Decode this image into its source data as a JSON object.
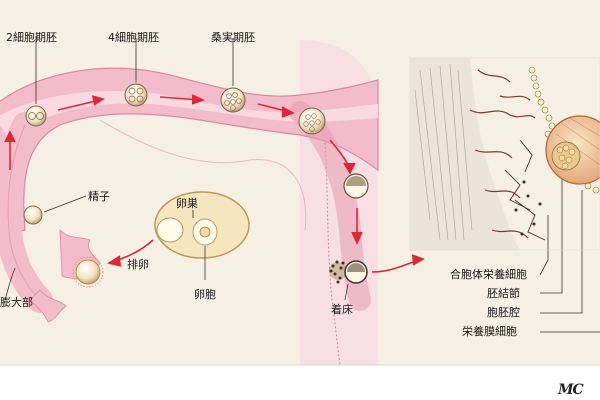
{
  "labels": {
    "stage_2cell": "2細胞期胚",
    "stage_4cell": "4細胞期胚",
    "stage_morula": "桑実期胚",
    "sperm": "精子",
    "ovary": "卵巣",
    "ovulation": "排卵",
    "follicle": "卵胞",
    "ampulla": "膨大部",
    "implantation": "着床",
    "syncytiotrophoblast": "合胞体栄養細胞",
    "embryonic_node": "胚結節",
    "blastocoel": "胞胚腔",
    "cytotrophoblast": "栄養膜細胞"
  },
  "logo": "MC",
  "colors": {
    "background": "#f5efe4",
    "tube": "#f2bccb",
    "tube_edge": "#d98aa0",
    "uterus_wall": "#f8dfe4",
    "arrow": "#d8283a",
    "ovary": "#f6e6bf",
    "cell": "#fbf3dc"
  }
}
